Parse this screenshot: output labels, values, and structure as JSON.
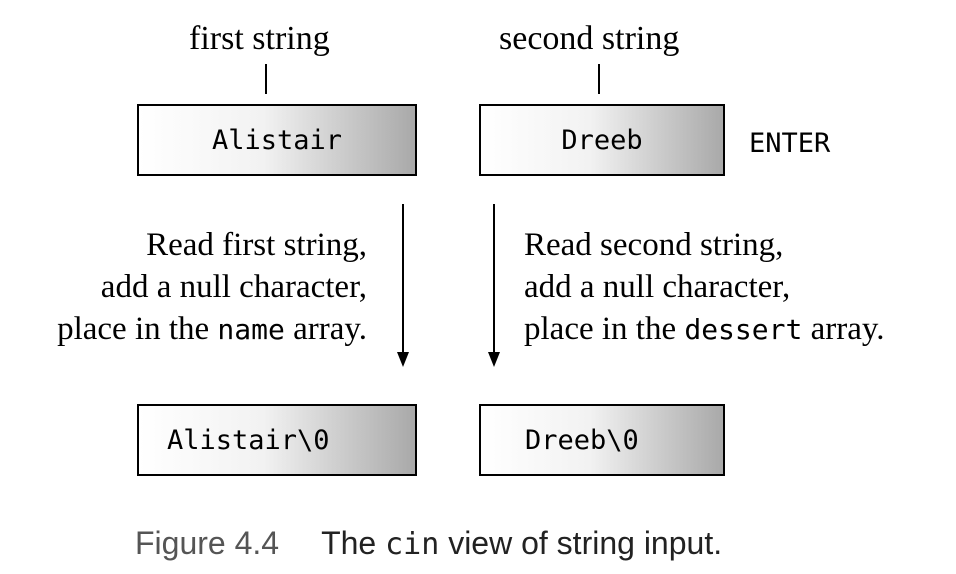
{
  "labels": {
    "first": "first string",
    "second": "second string"
  },
  "input_boxes": {
    "first": "Alistair",
    "second": "Dreeb",
    "enter": "ENTER"
  },
  "descriptions": {
    "left": {
      "line1": "Read first string,",
      "line2": "add a null character,",
      "line3_pre": "place in the ",
      "line3_code": "name",
      "line3_post": " array."
    },
    "right": {
      "line1": "Read second string,",
      "line2": "add a null character,",
      "line3_pre": "place in the ",
      "line3_code": "dessert",
      "line3_post": " array."
    }
  },
  "output_boxes": {
    "first": "Alistair\\0",
    "second": "Dreeb\\0"
  },
  "caption": {
    "number": "Figure 4.4",
    "pre": "The ",
    "code": "cin",
    "post": " view of string input."
  },
  "colors": {
    "box_gradient_start": "#ffffff",
    "box_gradient_end": "#a9a9a9",
    "caption_number": "#555555"
  }
}
